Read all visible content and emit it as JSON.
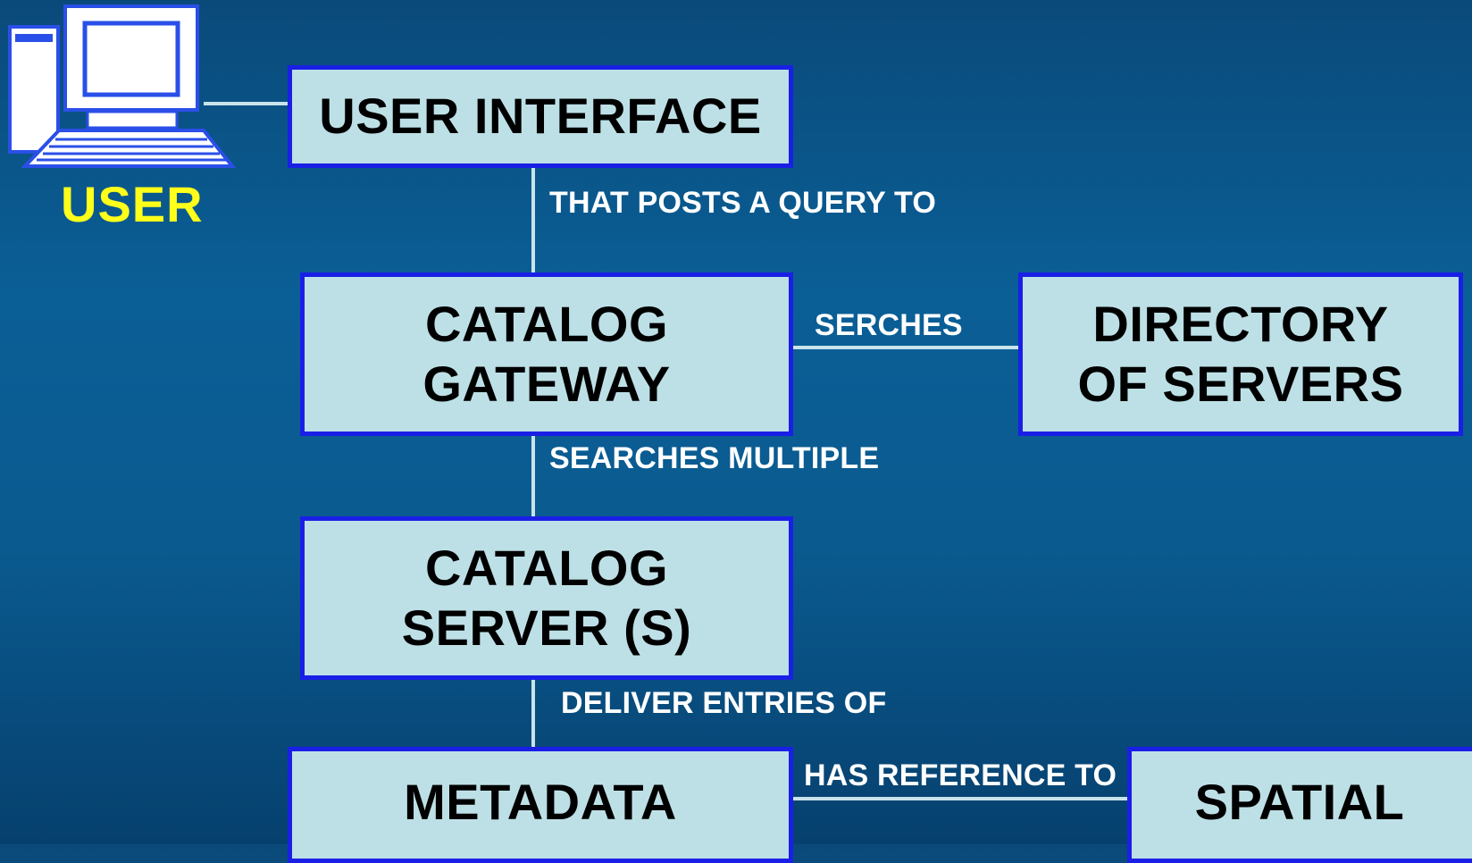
{
  "user": {
    "label": "USER",
    "icon": "computer-icon"
  },
  "boxes": {
    "user_interface": {
      "lines": [
        "USER INTERFACE"
      ]
    },
    "catalog_gateway": {
      "lines": [
        "CATALOG",
        "GATEWAY"
      ]
    },
    "directory_of_servers": {
      "lines": [
        "DIRECTORY",
        "OF SERVERS"
      ]
    },
    "catalog_servers": {
      "lines": [
        "CATALOG",
        "SERVER (S)"
      ]
    },
    "metadata": {
      "lines": [
        "METADATA"
      ]
    },
    "spatial": {
      "lines": [
        "SPATIAL"
      ]
    }
  },
  "connector_labels": {
    "posts_query": "THAT POSTS A QUERY TO",
    "serches": "SERCHES",
    "searches_multiple": "SEARCHES MULTIPLE",
    "deliver_entries": "DELIVER ENTRIES OF",
    "has_reference": "HAS REFERENCE TO"
  },
  "colors": {
    "box_fill": "#bde0e6",
    "box_border": "#1a1fe6",
    "user_label": "#ffff1a",
    "connector": "#c8e4ea"
  }
}
